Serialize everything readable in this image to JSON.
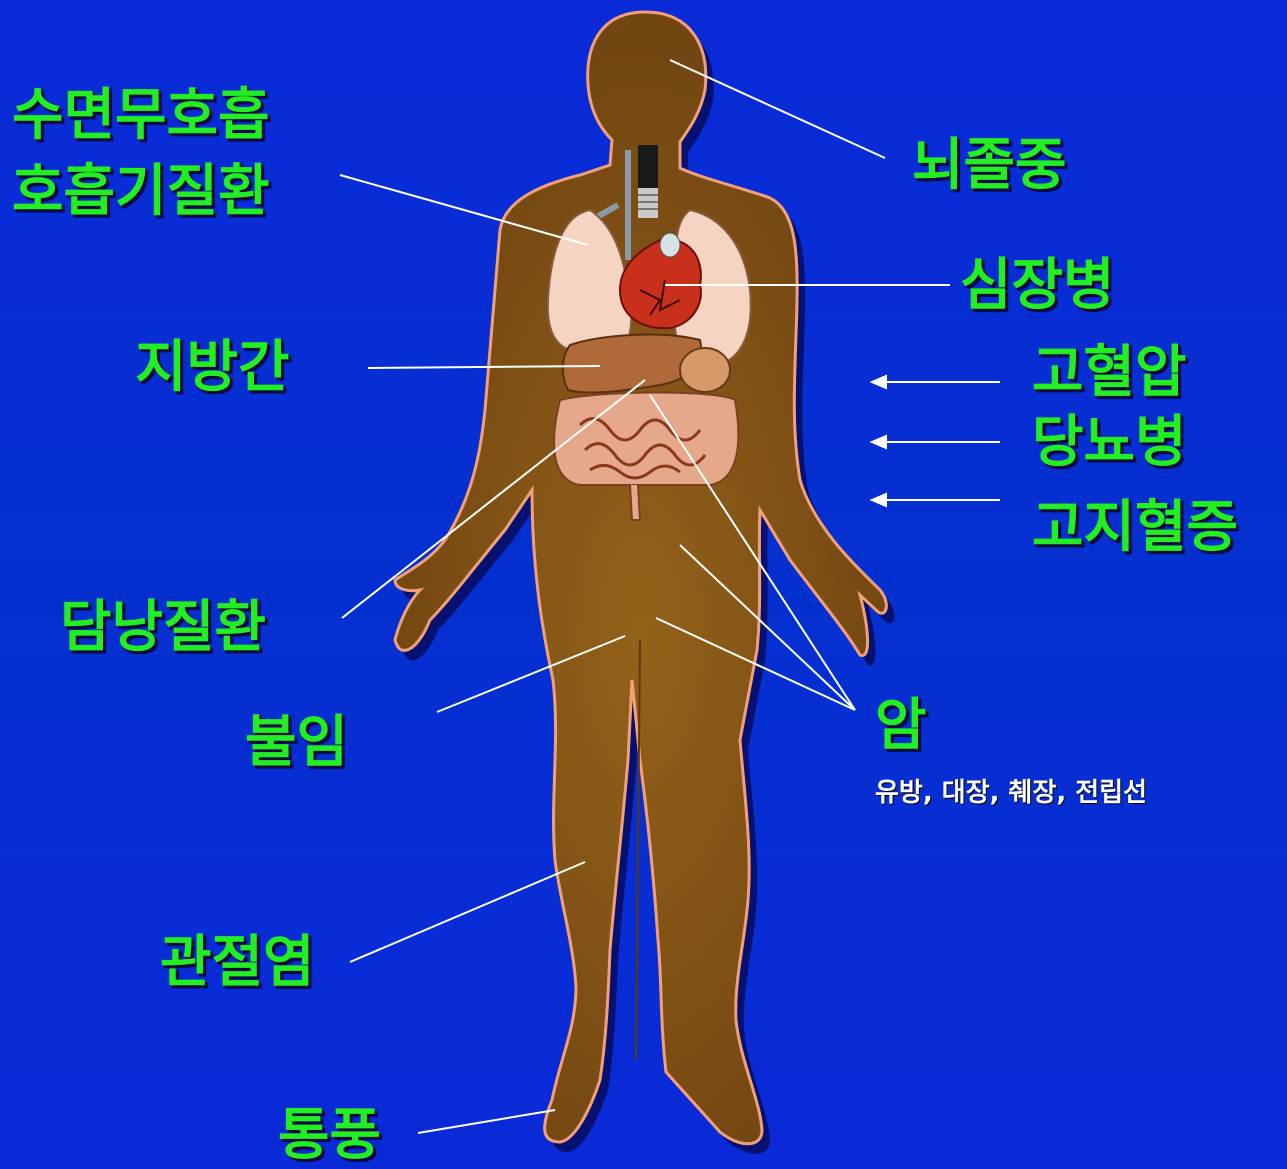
{
  "labels": {
    "sleep_apnea": "수면무호흡",
    "respiratory": "호흡기질환",
    "stroke": "뇌졸중",
    "heart_disease": "심장병",
    "fatty_liver": "지방간",
    "hypertension": "고혈압",
    "diabetes": "당뇨병",
    "hyperlipidemia": "고지혈증",
    "gallbladder": "담낭질환",
    "cancer": "암",
    "cancer_types": "유방, 대장, 췌장, 전립선",
    "infertility": "불임",
    "arthritis": "관절염",
    "gout": "통풍"
  },
  "colors": {
    "background": "#0a2ad8",
    "label_text": "#22ee22",
    "body_fill": "#7a4a10",
    "body_outline": "#f2a07a",
    "leader_line": "#ffffff"
  }
}
